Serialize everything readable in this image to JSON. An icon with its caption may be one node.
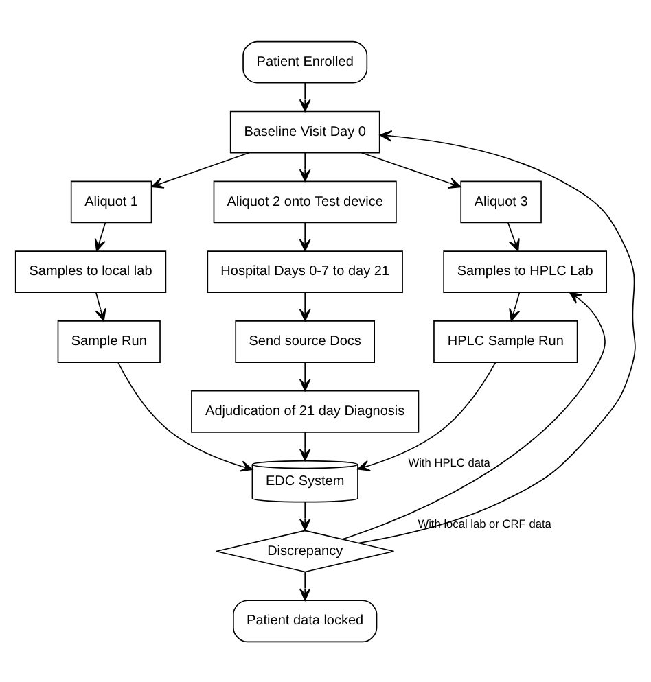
{
  "diagram": {
    "nodes": [
      {
        "text": [
          "Patient Enrolled"
        ]
      },
      {
        "text": [
          "Baseline Visit Day 0"
        ]
      },
      {
        "text": [
          "Aliquot 1"
        ]
      },
      {
        "text": [
          "Aliquot 2 onto Test device"
        ]
      },
      {
        "text": [
          "Aliquot 3"
        ]
      },
      {
        "text": [
          "Samples to local lab"
        ]
      },
      {
        "text": [
          "Hospital Days 0-7 to day 21"
        ]
      },
      {
        "text": [
          "Samples to HPLC Lab"
        ]
      },
      {
        "text": [
          "Sample Run"
        ]
      },
      {
        "text": [
          "Send source Docs"
        ]
      },
      {
        "text": [
          "HPLC Sample Run"
        ]
      },
      {
        "text": [
          "Adjudication of 21 day Diagnosis"
        ]
      },
      {
        "text": [
          "EDC System"
        ]
      },
      {
        "text": [
          "Discrepancy"
        ]
      },
      {
        "text": [
          "Patient data locked"
        ]
      }
    ],
    "edges": [
      {
        "from": 0,
        "to": 1,
        "arrow": "to"
      },
      {
        "from": 1,
        "to": 2,
        "arrow": "to"
      },
      {
        "from": 1,
        "to": 3,
        "arrow": "to"
      },
      {
        "from": 1,
        "to": 4,
        "arrow": "to"
      },
      {
        "from": 2,
        "to": 5,
        "arrow": "to"
      },
      {
        "from": 3,
        "to": 6,
        "arrow": "to"
      },
      {
        "from": 4,
        "to": 7,
        "arrow": "to"
      },
      {
        "from": 5,
        "to": 8,
        "arrow": "to"
      },
      {
        "from": 6,
        "to": 9,
        "arrow": "to"
      },
      {
        "from": 7,
        "to": 10,
        "arrow": "to"
      },
      {
        "from": 9,
        "to": 11,
        "arrow": "to"
      },
      {
        "from": 8,
        "to": 12,
        "arrow": "to"
      },
      {
        "from": 11,
        "to": 12,
        "arrow": "to"
      },
      {
        "from": 10,
        "to": 12,
        "arrow": "to"
      },
      {
        "from": 12,
        "to": 13,
        "arrow": "to"
      },
      {
        "from": 13,
        "to": 1,
        "label": "With local lab or CRF data",
        "arrow": "to"
      },
      {
        "from": 13,
        "to": 7,
        "label": "With HPLC data",
        "arrow": "to"
      },
      {
        "from": 13,
        "to": 14,
        "arrow": "to"
      }
    ]
  }
}
